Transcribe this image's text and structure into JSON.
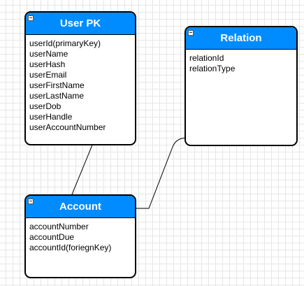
{
  "tables": {
    "user": {
      "title": "User PK",
      "fields": [
        "userId(primaryKey)",
        "userName",
        "userHash",
        "userEmail",
        "userFirstName",
        "userLastName",
        "userDob",
        "userHandle",
        "userAccountNumber"
      ]
    },
    "relation": {
      "title": "Relation",
      "fields": [
        "relationId",
        "relationType"
      ]
    },
    "account": {
      "title": "Account",
      "fields": [
        "accountNumber",
        "accountDue",
        "accountId(foriegnKey)"
      ]
    }
  },
  "colors": {
    "header": "#008cff",
    "header_text": "#ffffff",
    "border": "#000000",
    "grid": "#e6e6e6"
  },
  "icons": {
    "collapse": "minus-square-icon"
  }
}
